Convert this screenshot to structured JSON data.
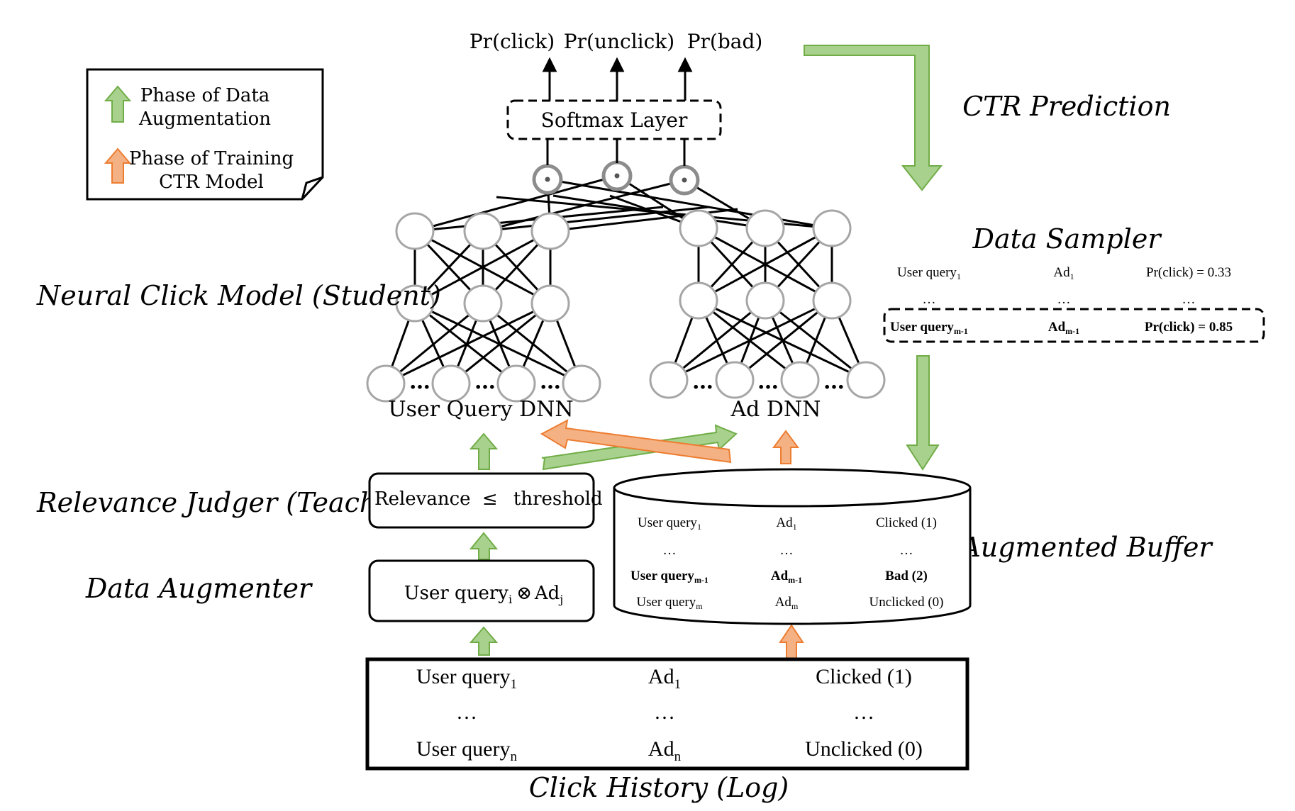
{
  "colors": {
    "green_fill": "#a9d18e",
    "green_stroke": "#70ad47",
    "orange_fill": "#f4b183",
    "orange_stroke": "#ed7d31",
    "node_stroke": "#a6a6a6",
    "ink": "#000000"
  },
  "outputs": {
    "click": "Pr(click)",
    "unclick": "Pr(unclick)",
    "bad": "Pr(bad)"
  },
  "softmax_label": "Softmax Layer",
  "legend": {
    "aug_line1": "Phase of Data",
    "aug_line2": "Augmentation",
    "train_line1": "Phase of Training",
    "train_line2": "CTR Model"
  },
  "stage_titles": {
    "ctr_prediction": "CTR Prediction",
    "data_sampler": "Data Sampler",
    "neural_click_model": "Neural Click Model  (Student)",
    "relevance_judger": "Relevance Judger (Teacher)",
    "data_augmenter": "Data Augmenter",
    "augmented_buffer": "Augmented Buffer",
    "click_history": "Click History (Log)"
  },
  "dnn_labels": {
    "user_query_dnn": "User Query DNN",
    "ad_dnn": "Ad DNN"
  },
  "ellipsis": "…",
  "relevance_box": {
    "prefix": "Relevance",
    "op": "≤",
    "suffix": "threshold"
  },
  "augmenter_box": {
    "query": "User query",
    "query_sub": "i",
    "op": "⊗",
    "ad": "Ad",
    "ad_sub": "j"
  },
  "sampler_rows": [
    {
      "query": "User query",
      "query_sub": "1",
      "ad": "Ad",
      "ad_sub": "1",
      "prob": "Pr(click)  = 0.33",
      "bold": false
    },
    {
      "query": "…",
      "query_sub": "",
      "ad": "…",
      "ad_sub": "",
      "prob": "…",
      "bold": false
    },
    {
      "query": "User query",
      "query_sub": "m-1",
      "ad": "Ad",
      "ad_sub": "m-1",
      "prob": "Pr(click) = 0.85",
      "bold": true
    }
  ],
  "buffer_rows": [
    {
      "query": "User query",
      "query_sub": "1",
      "ad": "Ad",
      "ad_sub": "1",
      "label": "Clicked  (1)",
      "bold": false
    },
    {
      "query": "…",
      "query_sub": "",
      "ad": "…",
      "ad_sub": "",
      "label": "…",
      "bold": false
    },
    {
      "query": "User query",
      "query_sub": "m-1",
      "ad": "Ad",
      "ad_sub": "m-1",
      "label": "Bad (2)",
      "bold": true
    },
    {
      "query": "User query",
      "query_sub": "m",
      "ad": "Ad",
      "ad_sub": "m",
      "label": "Unclicked  (0)",
      "bold": false
    }
  ],
  "history_rows": [
    {
      "query": "User query",
      "query_sub": "1",
      "ad": "Ad",
      "ad_sub": "1",
      "label": "Clicked (1)"
    },
    {
      "query": "…",
      "query_sub": "",
      "ad": "…",
      "ad_sub": "",
      "label": "…"
    },
    {
      "query": "User query",
      "query_sub": "n",
      "ad": "Ad",
      "ad_sub": "n",
      "label": "Unclicked (0)"
    }
  ]
}
